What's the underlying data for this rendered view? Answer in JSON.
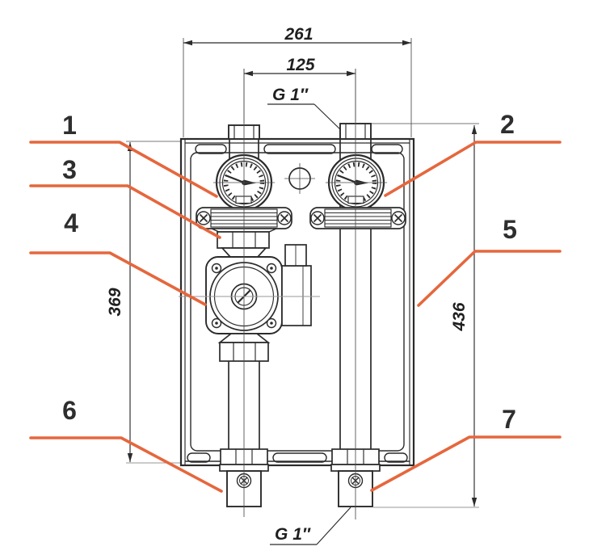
{
  "drawing": {
    "type": "technical-dimension-drawing",
    "subject": "pump-group-front-view",
    "callout_color": "#E5673D",
    "line_color": "#2B2B2B",
    "dim_width_overall": "261",
    "dim_pipe_spacing": "125",
    "dim_height_body": "369",
    "dim_height_overall": "436",
    "thread_top": "G 1″",
    "thread_bottom": "G 1″",
    "callouts": [
      "1",
      "2",
      "3",
      "4",
      "5",
      "6",
      "7"
    ]
  }
}
